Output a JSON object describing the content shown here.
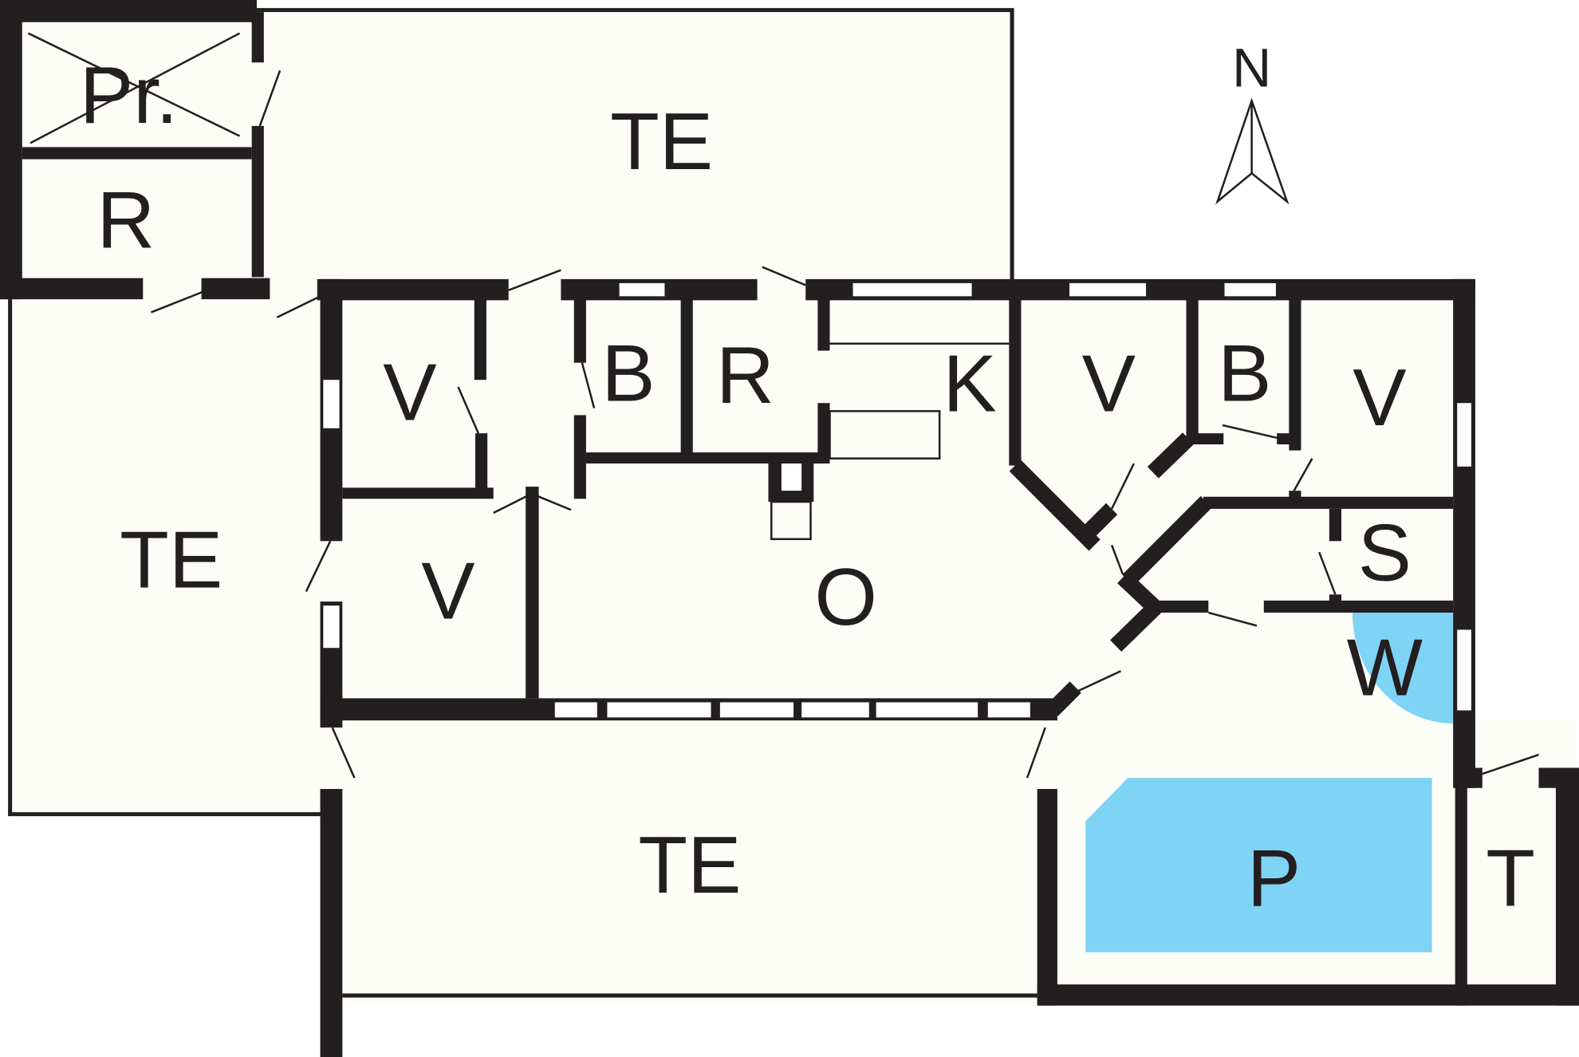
{
  "title": "Floor plan",
  "colors": {
    "wall": "#231f20",
    "floor": "#fdfdf7",
    "water": "#7fd3f5"
  },
  "compass": {
    "label": "N"
  },
  "rooms": {
    "pr": "Pr.",
    "r_top": "R",
    "te_top": "TE",
    "v_1": "V",
    "b_1": "B",
    "r_2": "R",
    "k": "K",
    "v_2": "V",
    "b_2": "B",
    "v_3": "V",
    "te_left": "TE",
    "v_4": "V",
    "o": "O",
    "s": "S",
    "w": "W",
    "te_bottom": "TE",
    "p": "P",
    "t": "T"
  }
}
